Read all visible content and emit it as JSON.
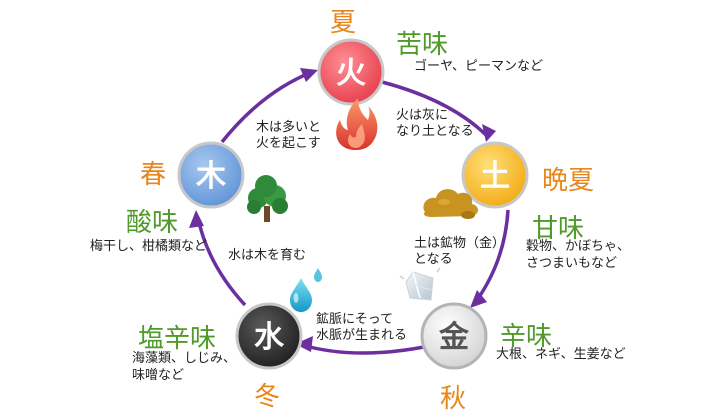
{
  "colors": {
    "arrow": "#6b2fa0",
    "fire": "#ec4a55",
    "earth": "#f6b51e",
    "metal": "#dedede",
    "water": "#2e2e2e",
    "wood": "#6d9fdc",
    "season": "#e8861c",
    "taste": "#4f9a2a"
  },
  "fire": {
    "element": "火",
    "season": "夏",
    "taste": "苦味",
    "foods": "ゴーヤ、ピーマンなど",
    "icon": "flame-icon"
  },
  "earth": {
    "element": "土",
    "season": "晩夏",
    "taste": "甘味",
    "foods_line1": "穀物、かぼちゃ、",
    "foods_line2": "さつまいもなど",
    "icon": "mud-icon"
  },
  "metal": {
    "element": "金",
    "season": "秋",
    "taste": "辛味",
    "foods": "大根、ネギ、生姜など",
    "icon": "crystal-icon"
  },
  "water": {
    "element": "水",
    "season": "冬",
    "taste": "塩辛味",
    "foods_line1": "海藻類、しじみ、",
    "foods_line2": "味噌など",
    "icon": "water-drop-icon"
  },
  "wood": {
    "element": "木",
    "season": "春",
    "taste": "酸味",
    "foods": "梅干し、柑橘類など",
    "icon": "tree-icon"
  },
  "notes": {
    "fire_to_earth": [
      "火は灰に",
      "なり土となる"
    ],
    "earth_to_metal": [
      "土は鉱物（金）",
      "となる"
    ],
    "metal_to_water": [
      "鉱脈にそって",
      "水脈が生まれる"
    ],
    "water_to_wood": [
      "水は木を育む"
    ],
    "wood_to_fire": [
      "木は多いと",
      "火を起こす"
    ]
  }
}
